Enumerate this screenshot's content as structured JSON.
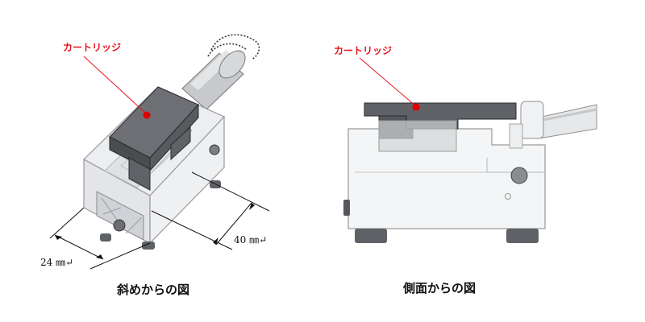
{
  "oblique": {
    "callout_label": "カートリッジ",
    "dim_length": "40 ㎜↵",
    "dim_width": "24 ㎜↵",
    "caption": "斜めからの図"
  },
  "side": {
    "callout_label": "カートリッジ",
    "caption": "側面からの図"
  },
  "colors": {
    "callout": "#e8141c",
    "dot": "#e00000",
    "cartridge": "#55575c",
    "body_outline": "#9a9a9a",
    "feet": "#5e6166"
  }
}
